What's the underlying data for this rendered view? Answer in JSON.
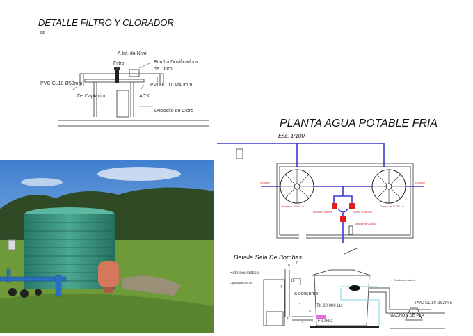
{
  "filtro_detail": {
    "title": "DETALLE  FILTRO Y CLORADOR",
    "scale": "S/E",
    "labels": {
      "nivel": "A Int. de Nivel",
      "filtro": "Filtro",
      "bomba": "Bomba Dosificadora",
      "bomba2": "de Cloro",
      "pvc50": "PVC-CL10 Ø50mm",
      "pvc40": "PVC-CL10 Ø40mm",
      "captacion": "De Captacion",
      "atk": "A TK",
      "deposito": "Deposito de Cloro"
    }
  },
  "planta": {
    "title": "PLANTA AGUA POTABLE FRIA",
    "scale": "Esc. 1/100",
    "tank_left": "Tanque de 20.000 Lts",
    "tank_right": "Tanque de 20.000 Lts",
    "drain_left": "Desagüe",
    "drain_right": "Desagüe",
    "pump_left": "Bomba 110lts/min",
    "pump_right": "Bomba 110lts/min",
    "meter": "Medidor de Caudal"
  },
  "sala_bombas": {
    "title": "Detalle Sala De Bombas",
    "hidro": "Hidroneumático",
    "capacidad": "Capacidad 200 Lts",
    "consumo": "a consumo",
    "tk": "TK 20.000 Lts",
    "filtro": "FILTRO",
    "pvc": "PVC CL 10 Ø52mm",
    "machon": "MACHON DE PLA",
    "rebalse": "Rebalse con alarma",
    "numbers": [
      "8",
      "7",
      "10",
      "4",
      "3",
      "2",
      "5",
      "6",
      "1"
    ]
  },
  "colors": {
    "pipe": "#3a3ad0",
    "pump": "#e02020",
    "water": "#7fd8e8",
    "tank_green": "#2f8f7a"
  }
}
